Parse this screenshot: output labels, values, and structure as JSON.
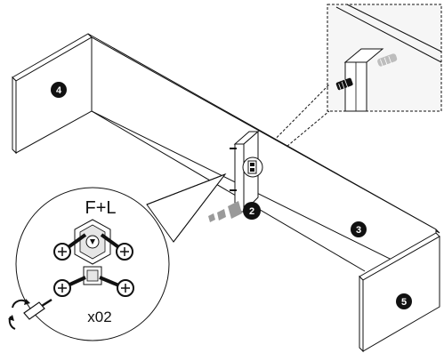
{
  "diagram": {
    "panels": [
      {
        "id": "panel-4",
        "label": "4"
      },
      {
        "id": "panel-2",
        "label": "2"
      },
      {
        "id": "panel-3",
        "label": "3"
      },
      {
        "id": "panel-5",
        "label": "5"
      }
    ],
    "hardware_callout": {
      "label": "F+L",
      "quantity": "x02"
    },
    "colors": {
      "line": "#111111",
      "panel_fill": "#ffffff",
      "marker_fill": "#111111",
      "arrow_gray": "#9a9a9a",
      "screw_gray": "#bdbdbd",
      "detail_box_fill": "#f6f6f6"
    }
  }
}
